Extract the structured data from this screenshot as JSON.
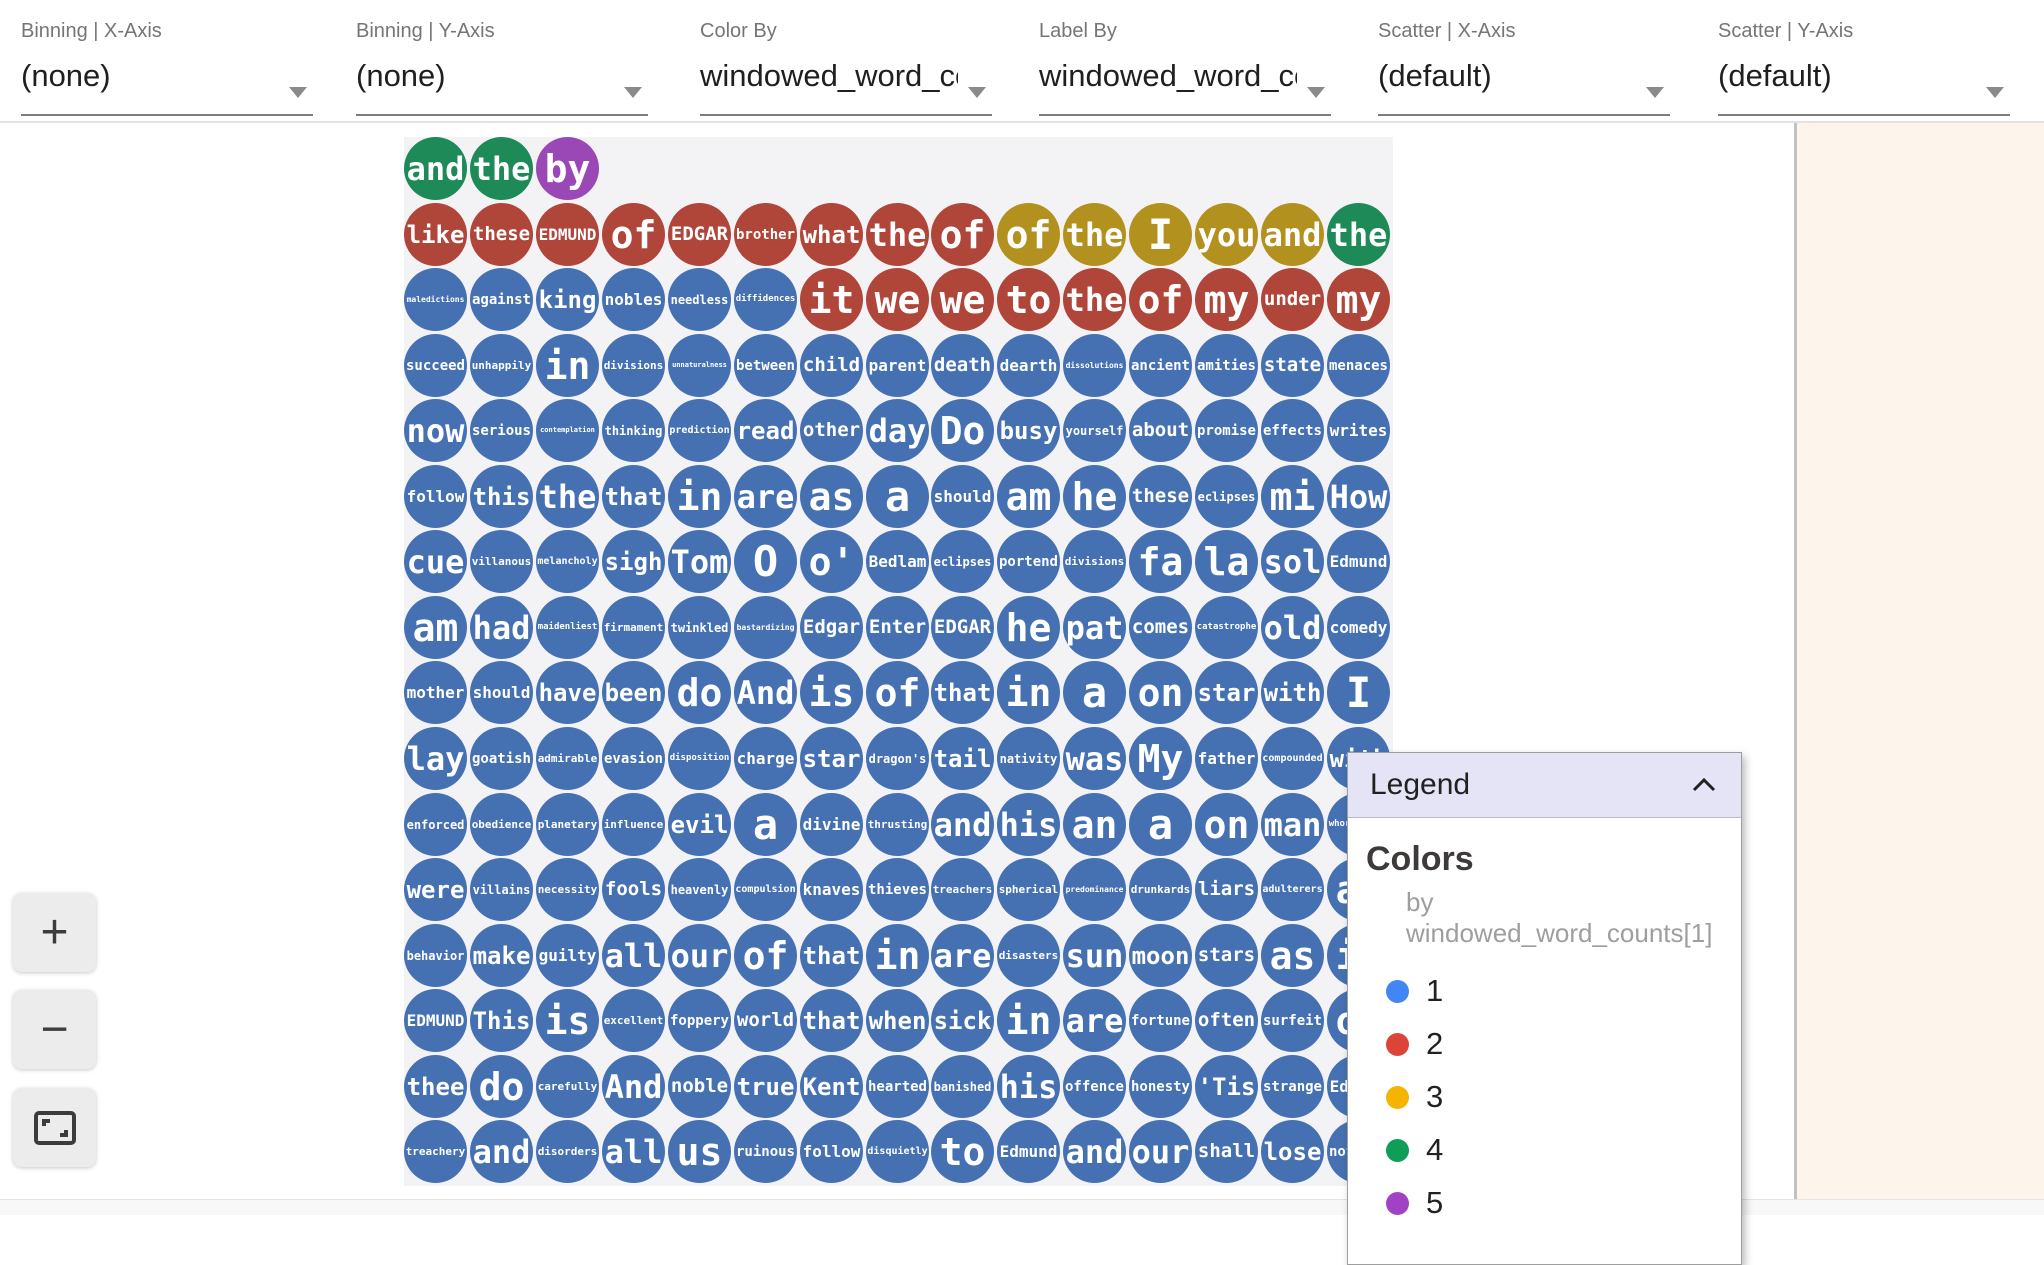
{
  "controls": [
    {
      "label": "Binning | X-Axis",
      "value": "(none)"
    },
    {
      "label": "Binning | Y-Axis",
      "value": "(none)"
    },
    {
      "label": "Color By",
      "value": "windowed_word_counts"
    },
    {
      "label": "Label By",
      "value": "windowed_word_counts"
    },
    {
      "label": "Scatter | X-Axis",
      "value": "(default)"
    },
    {
      "label": "Scatter | Y-Axis",
      "value": "(default)"
    }
  ],
  "zoom_controls": {
    "zoom_in": "+",
    "zoom_out": "−",
    "fit": "fit-to-screen"
  },
  "legend": {
    "title": "Legend",
    "section": "Colors",
    "subtitle": "by windowed_word_counts[1]",
    "items": [
      {
        "label": "1",
        "color": "#4285f4"
      },
      {
        "label": "2",
        "color": "#db4437"
      },
      {
        "label": "3",
        "color": "#f4b400"
      },
      {
        "label": "4",
        "color": "#0f9d58"
      },
      {
        "label": "5",
        "color": "#a142c6"
      }
    ]
  },
  "chart_data": {
    "type": "scatter",
    "subtype": "bubble-grid",
    "title": "",
    "color_field": "windowed_word_counts[1]",
    "label_field": "windowed_word_counts",
    "legend_position": "right",
    "palette": {
      "1": "#4571b3",
      "2": "#b0453a",
      "3": "#b3911f",
      "4": "#1d8a57",
      "5": "#9a48b5"
    },
    "rows": [
      [
        {
          "w": "and",
          "c": 4
        },
        {
          "w": "the",
          "c": 4
        },
        {
          "w": "by",
          "c": 5
        }
      ],
      [
        {
          "w": "like",
          "c": 2
        },
        {
          "w": "these",
          "c": 2
        },
        {
          "w": "EDMUND",
          "c": 2
        },
        {
          "w": "of",
          "c": 2
        },
        {
          "w": "EDGAR",
          "c": 2
        },
        {
          "w": "brother",
          "c": 2
        },
        {
          "w": "what",
          "c": 2
        },
        {
          "w": "the",
          "c": 2
        },
        {
          "w": "of",
          "c": 2
        },
        {
          "w": "of",
          "c": 3
        },
        {
          "w": "the",
          "c": 3
        },
        {
          "w": "I",
          "c": 3
        },
        {
          "w": "you",
          "c": 3
        },
        {
          "w": "and",
          "c": 3
        },
        {
          "w": "the",
          "c": 4
        }
      ],
      [
        {
          "w": "maledictions",
          "c": 1
        },
        {
          "w": "against",
          "c": 1
        },
        {
          "w": "king",
          "c": 1
        },
        {
          "w": "nobles",
          "c": 1
        },
        {
          "w": "needless",
          "c": 1
        },
        {
          "w": "diffidences",
          "c": 1
        },
        {
          "w": "it",
          "c": 2
        },
        {
          "w": "we",
          "c": 2
        },
        {
          "w": "we",
          "c": 2
        },
        {
          "w": "to",
          "c": 2
        },
        {
          "w": "the",
          "c": 2
        },
        {
          "w": "of",
          "c": 2
        },
        {
          "w": "my",
          "c": 2
        },
        {
          "w": "under",
          "c": 2
        },
        {
          "w": "my",
          "c": 2
        }
      ],
      [
        {
          "w": "succeed",
          "c": 1
        },
        {
          "w": "unhappily",
          "c": 1
        },
        {
          "w": "in",
          "c": 1
        },
        {
          "w": "divisions",
          "c": 1
        },
        {
          "w": "unnaturalness",
          "c": 1
        },
        {
          "w": "between",
          "c": 1
        },
        {
          "w": "child",
          "c": 1
        },
        {
          "w": "parent",
          "c": 1
        },
        {
          "w": "death",
          "c": 1
        },
        {
          "w": "dearth",
          "c": 1
        },
        {
          "w": "dissolutions",
          "c": 1
        },
        {
          "w": "ancient",
          "c": 1
        },
        {
          "w": "amities",
          "c": 1
        },
        {
          "w": "state",
          "c": 1
        },
        {
          "w": "menaces",
          "c": 1
        }
      ],
      [
        {
          "w": "now",
          "c": 1
        },
        {
          "w": "serious",
          "c": 1
        },
        {
          "w": "contemplation",
          "c": 1
        },
        {
          "w": "thinking",
          "c": 1
        },
        {
          "w": "prediction",
          "c": 1
        },
        {
          "w": "read",
          "c": 1
        },
        {
          "w": "other",
          "c": 1
        },
        {
          "w": "day",
          "c": 1
        },
        {
          "w": "Do",
          "c": 1
        },
        {
          "w": "busy",
          "c": 1
        },
        {
          "w": "yourself",
          "c": 1
        },
        {
          "w": "about",
          "c": 1
        },
        {
          "w": "promise",
          "c": 1
        },
        {
          "w": "effects",
          "c": 1
        },
        {
          "w": "writes",
          "c": 1
        }
      ],
      [
        {
          "w": "follow",
          "c": 1
        },
        {
          "w": "this",
          "c": 1
        },
        {
          "w": "the",
          "c": 1
        },
        {
          "w": "that",
          "c": 1
        },
        {
          "w": "in",
          "c": 1
        },
        {
          "w": "are",
          "c": 1
        },
        {
          "w": "as",
          "c": 1
        },
        {
          "w": "a",
          "c": 1
        },
        {
          "w": "should",
          "c": 1
        },
        {
          "w": "am",
          "c": 1
        },
        {
          "w": "he",
          "c": 1
        },
        {
          "w": "these",
          "c": 1
        },
        {
          "w": "eclipses",
          "c": 1
        },
        {
          "w": "mi",
          "c": 1
        },
        {
          "w": "How",
          "c": 1
        }
      ],
      [
        {
          "w": "cue",
          "c": 1
        },
        {
          "w": "villanous",
          "c": 1
        },
        {
          "w": "melancholy",
          "c": 1
        },
        {
          "w": "sigh",
          "c": 1
        },
        {
          "w": "Tom",
          "c": 1
        },
        {
          "w": "O",
          "c": 1
        },
        {
          "w": "o'",
          "c": 1
        },
        {
          "w": "Bedlam",
          "c": 1
        },
        {
          "w": "eclipses",
          "c": 1
        },
        {
          "w": "portend",
          "c": 1
        },
        {
          "w": "divisions",
          "c": 1
        },
        {
          "w": "fa",
          "c": 1
        },
        {
          "w": "la",
          "c": 1
        },
        {
          "w": "sol",
          "c": 1
        },
        {
          "w": "Edmund",
          "c": 1
        }
      ],
      [
        {
          "w": "am",
          "c": 1
        },
        {
          "w": "had",
          "c": 1
        },
        {
          "w": "maidenliest",
          "c": 1
        },
        {
          "w": "firmament",
          "c": 1
        },
        {
          "w": "twinkled",
          "c": 1
        },
        {
          "w": "bastardizing",
          "c": 1
        },
        {
          "w": "Edgar",
          "c": 1
        },
        {
          "w": "Enter",
          "c": 1
        },
        {
          "w": "EDGAR",
          "c": 1
        },
        {
          "w": "he",
          "c": 1
        },
        {
          "w": "pat",
          "c": 1
        },
        {
          "w": "comes",
          "c": 1
        },
        {
          "w": "catastrophe",
          "c": 1
        },
        {
          "w": "old",
          "c": 1
        },
        {
          "w": "comedy",
          "c": 1
        }
      ],
      [
        {
          "w": "mother",
          "c": 1
        },
        {
          "w": "should",
          "c": 1
        },
        {
          "w": "have",
          "c": 1
        },
        {
          "w": "been",
          "c": 1
        },
        {
          "w": "do",
          "c": 1
        },
        {
          "w": "And",
          "c": 1
        },
        {
          "w": "is",
          "c": 1
        },
        {
          "w": "of",
          "c": 1
        },
        {
          "w": "that",
          "c": 1
        },
        {
          "w": "in",
          "c": 1
        },
        {
          "w": "a",
          "c": 1
        },
        {
          "w": "on",
          "c": 1
        },
        {
          "w": "star",
          "c": 1
        },
        {
          "w": "with",
          "c": 1
        },
        {
          "w": "I",
          "c": 1
        }
      ],
      [
        {
          "w": "lay",
          "c": 1
        },
        {
          "w": "goatish",
          "c": 1
        },
        {
          "w": "admirable",
          "c": 1
        },
        {
          "w": "evasion",
          "c": 1
        },
        {
          "w": "disposition",
          "c": 1
        },
        {
          "w": "charge",
          "c": 1
        },
        {
          "w": "star",
          "c": 1
        },
        {
          "w": "dragon's",
          "c": 1
        },
        {
          "w": "tail",
          "c": 1
        },
        {
          "w": "nativity",
          "c": 1
        },
        {
          "w": "was",
          "c": 1
        },
        {
          "w": "My",
          "c": 1
        },
        {
          "w": "father",
          "c": 1
        },
        {
          "w": "compounded",
          "c": 1
        },
        {
          "w": "with",
          "c": 1
        }
      ],
      [
        {
          "w": "enforced",
          "c": 1
        },
        {
          "w": "obedience",
          "c": 1
        },
        {
          "w": "planetary",
          "c": 1
        },
        {
          "w": "influence",
          "c": 1
        },
        {
          "w": "evil",
          "c": 1
        },
        {
          "w": "a",
          "c": 1
        },
        {
          "w": "divine",
          "c": 1
        },
        {
          "w": "thrusting",
          "c": 1
        },
        {
          "w": "and",
          "c": 1
        },
        {
          "w": "his",
          "c": 1
        },
        {
          "w": "an",
          "c": 1
        },
        {
          "w": "a",
          "c": 1
        },
        {
          "w": "on",
          "c": 1
        },
        {
          "w": "man",
          "c": 1
        },
        {
          "w": "whoremaster",
          "c": 1
        }
      ],
      [
        {
          "w": "were",
          "c": 1
        },
        {
          "w": "villains",
          "c": 1
        },
        {
          "w": "necessity",
          "c": 1
        },
        {
          "w": "fools",
          "c": 1
        },
        {
          "w": "heavenly",
          "c": 1
        },
        {
          "w": "compulsion",
          "c": 1
        },
        {
          "w": "knaves",
          "c": 1
        },
        {
          "w": "thieves",
          "c": 1
        },
        {
          "w": "treachers",
          "c": 1
        },
        {
          "w": "spherical",
          "c": 1
        },
        {
          "w": "predominance",
          "c": 1
        },
        {
          "w": "drunkards",
          "c": 1
        },
        {
          "w": "liars",
          "c": 1
        },
        {
          "w": "adulterers",
          "c": 1
        },
        {
          "w": "an",
          "c": 1
        }
      ],
      [
        {
          "w": "behavior",
          "c": 1
        },
        {
          "w": "make",
          "c": 1
        },
        {
          "w": "guilty",
          "c": 1
        },
        {
          "w": "all",
          "c": 1
        },
        {
          "w": "our",
          "c": 1
        },
        {
          "w": "of",
          "c": 1
        },
        {
          "w": "that",
          "c": 1
        },
        {
          "w": "in",
          "c": 1
        },
        {
          "w": "are",
          "c": 1
        },
        {
          "w": "disasters",
          "c": 1
        },
        {
          "w": "sun",
          "c": 1
        },
        {
          "w": "moon",
          "c": 1
        },
        {
          "w": "stars",
          "c": 1
        },
        {
          "w": "as",
          "c": 1
        },
        {
          "w": "if",
          "c": 1
        }
      ],
      [
        {
          "w": "EDMUND",
          "c": 1
        },
        {
          "w": "This",
          "c": 1
        },
        {
          "w": "is",
          "c": 1
        },
        {
          "w": "excellent",
          "c": 1
        },
        {
          "w": "foppery",
          "c": 1
        },
        {
          "w": "world",
          "c": 1
        },
        {
          "w": "that",
          "c": 1
        },
        {
          "w": "when",
          "c": 1
        },
        {
          "w": "sick",
          "c": 1
        },
        {
          "w": "in",
          "c": 1
        },
        {
          "w": "are",
          "c": 1
        },
        {
          "w": "fortune",
          "c": 1
        },
        {
          "w": "often",
          "c": 1
        },
        {
          "w": "surfeit",
          "c": 1
        },
        {
          "w": "of",
          "c": 1
        }
      ],
      [
        {
          "w": "thee",
          "c": 1
        },
        {
          "w": "do",
          "c": 1
        },
        {
          "w": "carefully",
          "c": 1
        },
        {
          "w": "And",
          "c": 1
        },
        {
          "w": "noble",
          "c": 1
        },
        {
          "w": "true",
          "c": 1
        },
        {
          "w": "Kent",
          "c": 1
        },
        {
          "w": "hearted",
          "c": 1
        },
        {
          "w": "banished",
          "c": 1
        },
        {
          "w": "his",
          "c": 1
        },
        {
          "w": "offence",
          "c": 1
        },
        {
          "w": "honesty",
          "c": 1
        },
        {
          "w": "'Tis",
          "c": 1
        },
        {
          "w": "strange",
          "c": 1
        },
        {
          "w": "Edmund",
          "c": 1
        }
      ],
      [
        {
          "w": "treachery",
          "c": 1
        },
        {
          "w": "and",
          "c": 1
        },
        {
          "w": "disorders",
          "c": 1
        },
        {
          "w": "all",
          "c": 1
        },
        {
          "w": "us",
          "c": 1
        },
        {
          "w": "ruinous",
          "c": 1
        },
        {
          "w": "follow",
          "c": 1
        },
        {
          "w": "disquietly",
          "c": 1
        },
        {
          "w": "to",
          "c": 1
        },
        {
          "w": "Edmund",
          "c": 1
        },
        {
          "w": "and",
          "c": 1
        },
        {
          "w": "our",
          "c": 1
        },
        {
          "w": "shall",
          "c": 1
        },
        {
          "w": "lose",
          "c": 1
        },
        {
          "w": "nothing",
          "c": 1
        }
      ]
    ]
  }
}
